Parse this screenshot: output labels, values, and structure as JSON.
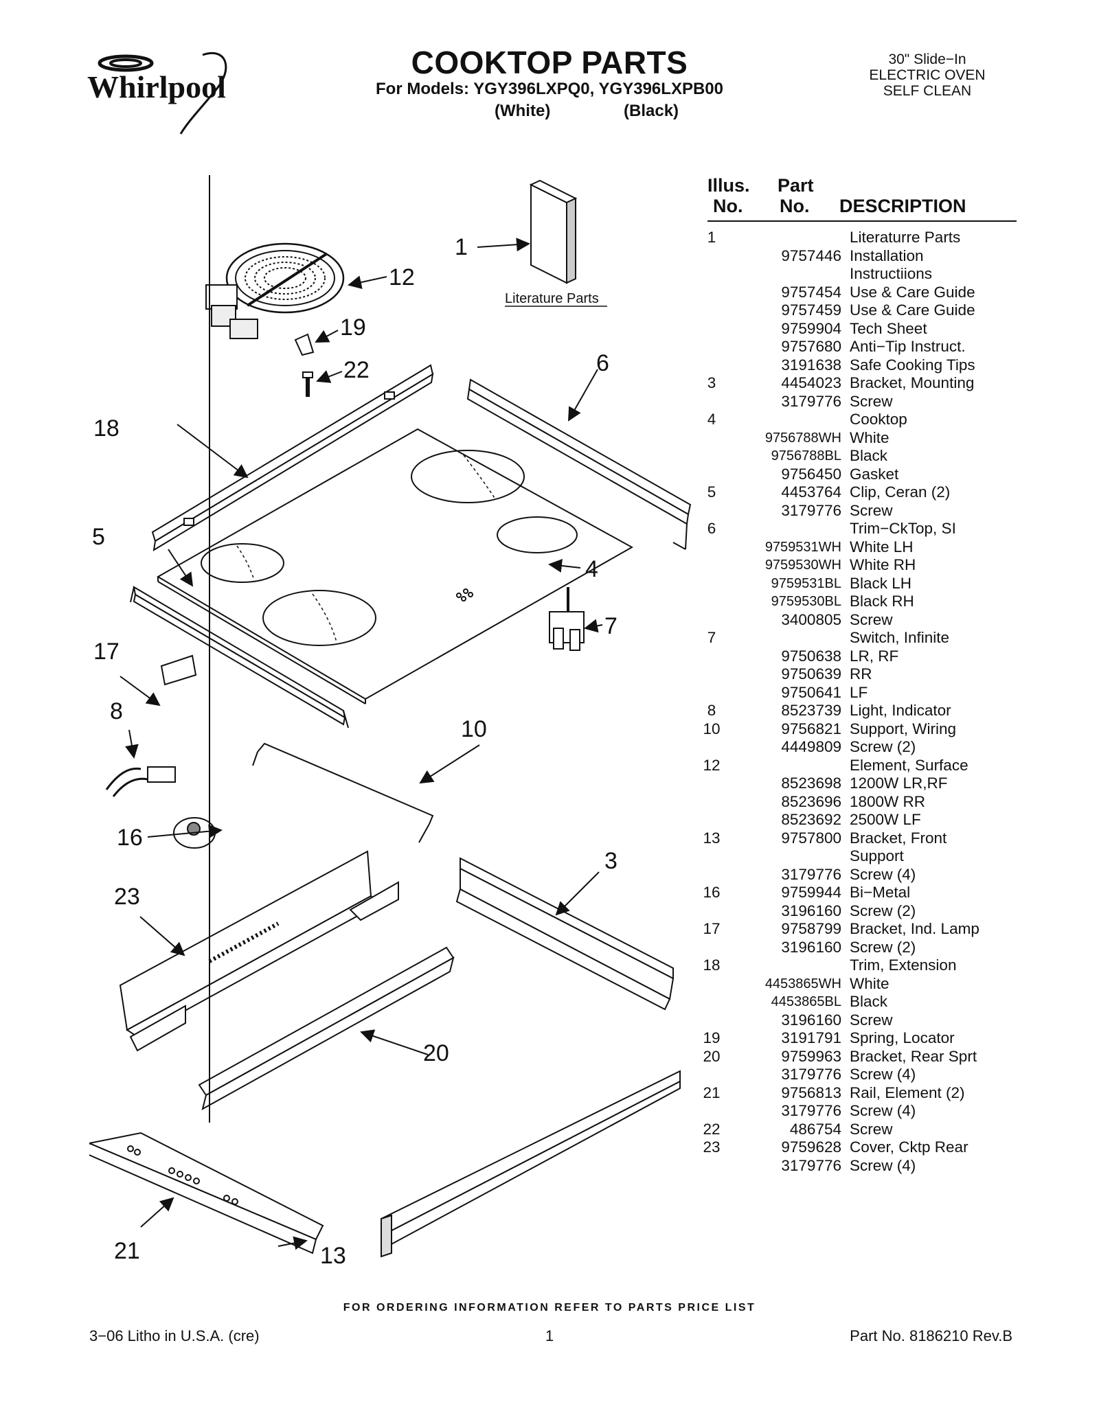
{
  "brand": "Whirlpool",
  "header": {
    "title": "COOKTOP PARTS",
    "models_line": "For Models: YGY396LXPQ0, YGY396LXPB00",
    "color_white": "(White)",
    "color_black": "(Black)",
    "type_lines": [
      "30\" Slide−In",
      "ELECTRIC OVEN",
      "SELF CLEAN"
    ]
  },
  "diagram": {
    "literature_label": "Literature Parts",
    "callouts": [
      "1",
      "12",
      "19",
      "22",
      "6",
      "18",
      "5",
      "4",
      "7",
      "17",
      "8",
      "10",
      "16",
      "3",
      "23",
      "20",
      "21",
      "13"
    ]
  },
  "table": {
    "col_illus_1": "Illus.",
    "col_illus_2": "No.",
    "col_part_1": "Part",
    "col_part_2": "No.",
    "col_desc": "DESCRIPTION",
    "rows": [
      {
        "illus": "1",
        "part": "",
        "desc": "Literaturre Parts"
      },
      {
        "illus": "",
        "part": "9757446",
        "desc": "Installation"
      },
      {
        "illus": "",
        "part": "",
        "desc": "Instructiions"
      },
      {
        "illus": "",
        "part": "9757454",
        "desc": "Use & Care Guide"
      },
      {
        "illus": "",
        "part": "9757459",
        "desc": "Use & Care Guide"
      },
      {
        "illus": "",
        "part": "9759904",
        "desc": "Tech Sheet"
      },
      {
        "illus": "",
        "part": "9757680",
        "desc": "Anti−Tip Instruct."
      },
      {
        "illus": "",
        "part": "3191638",
        "desc": "Safe Cooking Tips"
      },
      {
        "illus": "3",
        "part": "4454023",
        "desc": "Bracket, Mounting"
      },
      {
        "illus": "",
        "part": "3179776",
        "desc": "Screw"
      },
      {
        "illus": "4",
        "part": "",
        "desc": "Cooktop"
      },
      {
        "illus": "",
        "part": "9756788WH",
        "desc": "White"
      },
      {
        "illus": "",
        "part": "9756788BL",
        "desc": "Black"
      },
      {
        "illus": "",
        "part": "9756450",
        "desc": "Gasket"
      },
      {
        "illus": "5",
        "part": "4453764",
        "desc": "Clip, Ceran (2)"
      },
      {
        "illus": "",
        "part": "3179776",
        "desc": "Screw"
      },
      {
        "illus": "6",
        "part": "",
        "desc": "Trim−CkTop, SI"
      },
      {
        "illus": "",
        "part": "9759531WH",
        "desc": "White LH"
      },
      {
        "illus": "",
        "part": "9759530WH",
        "desc": "White RH"
      },
      {
        "illus": "",
        "part": "9759531BL",
        "desc": "Black LH"
      },
      {
        "illus": "",
        "part": "9759530BL",
        "desc": "Black RH"
      },
      {
        "illus": "",
        "part": "3400805",
        "desc": "Screw"
      },
      {
        "illus": "7",
        "part": "",
        "desc": "Switch, Infinite"
      },
      {
        "illus": "",
        "part": "9750638",
        "desc": "LR, RF"
      },
      {
        "illus": "",
        "part": "9750639",
        "desc": "RR"
      },
      {
        "illus": "",
        "part": "9750641",
        "desc": "LF"
      },
      {
        "illus": "8",
        "part": "8523739",
        "desc": "Light, Indicator"
      },
      {
        "illus": "10",
        "part": "9756821",
        "desc": "Support, Wiring"
      },
      {
        "illus": "",
        "part": "4449809",
        "desc": "Screw (2)"
      },
      {
        "illus": "12",
        "part": "",
        "desc": "Element, Surface"
      },
      {
        "illus": "",
        "part": "8523698",
        "desc": "1200W LR,RF"
      },
      {
        "illus": "",
        "part": "8523696",
        "desc": "1800W RR"
      },
      {
        "illus": "",
        "part": "8523692",
        "desc": "2500W LF"
      },
      {
        "illus": "13",
        "part": "9757800",
        "desc": "Bracket, Front"
      },
      {
        "illus": "",
        "part": "",
        "desc": "Support"
      },
      {
        "illus": "",
        "part": "3179776",
        "desc": "Screw (4)"
      },
      {
        "illus": "16",
        "part": "9759944",
        "desc": "Bi−Metal"
      },
      {
        "illus": "",
        "part": "3196160",
        "desc": "Screw (2)"
      },
      {
        "illus": "17",
        "part": "9758799",
        "desc": "Bracket, Ind. Lamp"
      },
      {
        "illus": "",
        "part": "3196160",
        "desc": "Screw (2)"
      },
      {
        "illus": "18",
        "part": "",
        "desc": "Trim, Extension"
      },
      {
        "illus": "",
        "part": "4453865WH",
        "desc": "White"
      },
      {
        "illus": "",
        "part": "4453865BL",
        "desc": "Black"
      },
      {
        "illus": "",
        "part": "3196160",
        "desc": "Screw"
      },
      {
        "illus": "19",
        "part": "3191791",
        "desc": "Spring, Locator"
      },
      {
        "illus": "20",
        "part": "9759963",
        "desc": "Bracket, Rear Sprt"
      },
      {
        "illus": "",
        "part": "3179776",
        "desc": "Screw (4)"
      },
      {
        "illus": "21",
        "part": "9756813",
        "desc": "Rail, Element (2)"
      },
      {
        "illus": "",
        "part": "3179776",
        "desc": "Screw (4)"
      },
      {
        "illus": "22",
        "part": "486754",
        "desc": "Screw"
      },
      {
        "illus": "23",
        "part": "9759628",
        "desc": "Cover, Cktp Rear"
      },
      {
        "illus": "",
        "part": "3179776",
        "desc": "Screw (4)"
      }
    ]
  },
  "footer": {
    "ordering": "FOR ORDERING INFORMATION REFER TO PARTS PRICE LIST",
    "litho": "3−06 Litho in U.S.A. (cre)",
    "page": "1",
    "part_no": "Part No. 8186210 Rev.B"
  }
}
